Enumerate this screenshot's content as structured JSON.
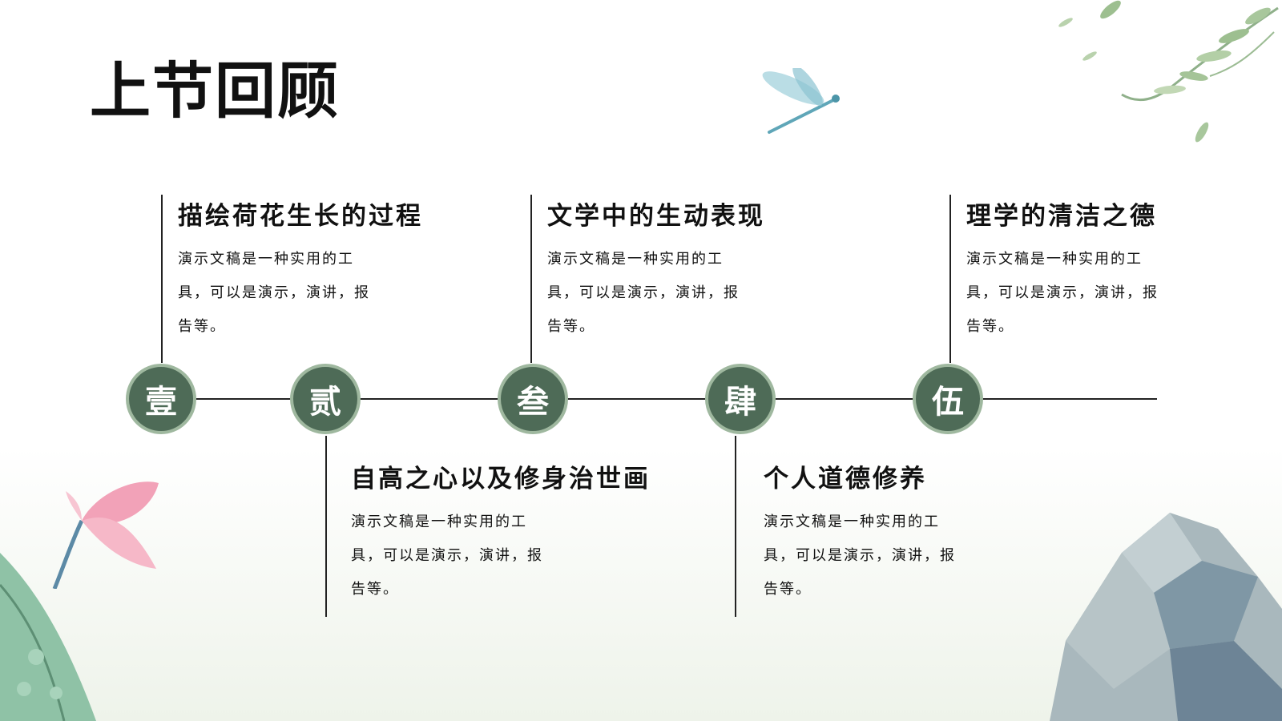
{
  "title": "上节回顾",
  "colors": {
    "node_fill": "#4e6b57",
    "node_ring": "#9fb89f",
    "line": "#222222"
  },
  "timeline": [
    {
      "numeral": "壹",
      "heading": "描绘荷花生长的过程",
      "description": "演示文稿是一种实用的工具，可以是演示，演讲，报告等。"
    },
    {
      "numeral": "贰",
      "heading": "自高之心以及修身治世画",
      "description": "演示文稿是一种实用的工具，可以是演示，演讲，报告等。"
    },
    {
      "numeral": "叁",
      "heading": "文学中的生动表现",
      "description": "演示文稿是一种实用的工具，可以是演示，演讲，报告等。"
    },
    {
      "numeral": "肆",
      "heading": "个人道德修养",
      "description": "演示文稿是一种实用的工具，可以是演示，演讲，报告等。"
    },
    {
      "numeral": "伍",
      "heading": "理学的清洁之德",
      "description": "演示文稿是一种实用的工具，可以是演示，演讲，报告等。"
    }
  ],
  "decorations": [
    "willow-branch-illustration",
    "dragonfly-illustration",
    "lotus-bud-illustration",
    "lotus-leaf-illustration",
    "rock-illustration"
  ]
}
